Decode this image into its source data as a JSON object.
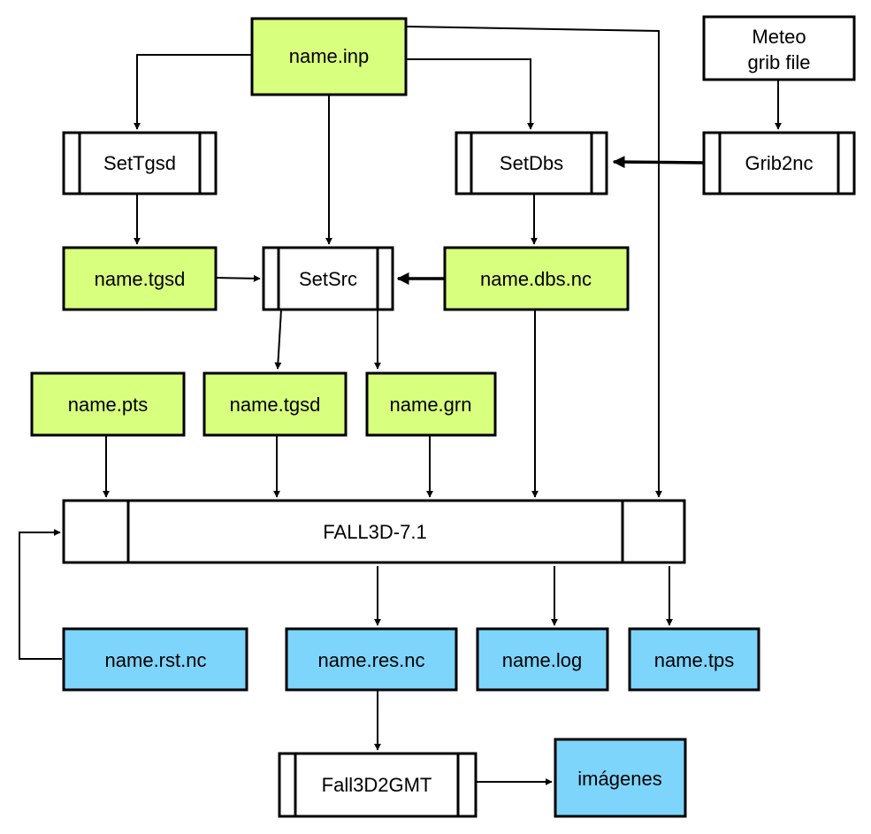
{
  "colors": {
    "input_file": "#d9ff7f",
    "output_file": "#7dd5fb",
    "program": "#ffffff"
  },
  "nodes": {
    "name_inp": "name.inp",
    "meteo_grib": [
      "Meteo",
      "grib file"
    ],
    "settgsd": "SetTgsd",
    "setdbs": "SetDbs",
    "grib2nc": "Grib2nc",
    "name_tgsd_1": "name.tgsd",
    "setsrc": "SetSrc",
    "name_dbs_nc": "name.dbs.nc",
    "name_pts": "name.pts",
    "name_tgsd_2": "name.tgsd",
    "name_grn": "name.grn",
    "fall3d": "FALL3D-7.1",
    "name_rst_nc": "name.rst.nc",
    "name_res_nc": "name.res.nc",
    "name_log": "name.log",
    "name_tps": "name.tps",
    "fall3d2gmt": "Fall3D2GMT",
    "imagenes": "imágenes"
  }
}
